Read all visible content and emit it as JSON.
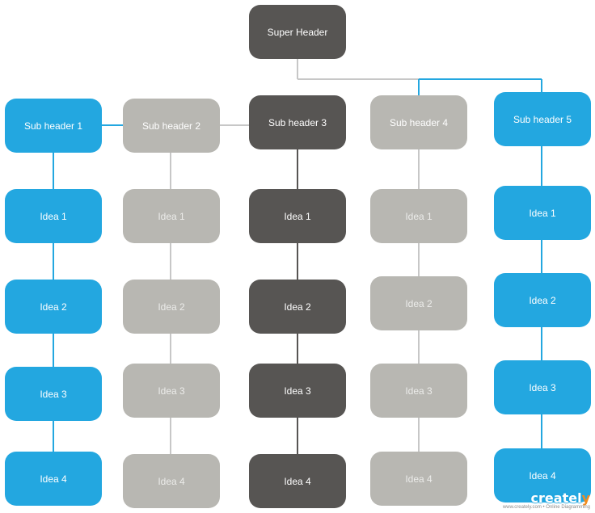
{
  "diagram": {
    "super_header": "Super Header",
    "columns": [
      {
        "header": "Sub header 1",
        "color": "#23a7e0",
        "ideas": [
          "Idea 1",
          "Idea 2",
          "Idea 3",
          "Idea 4"
        ]
      },
      {
        "header": "Sub header 2",
        "color": "#b8b7b2",
        "ideas": [
          "Idea 1",
          "Idea 2",
          "Idea 3",
          "Idea 4"
        ]
      },
      {
        "header": "Sub header 3",
        "color": "#575553",
        "ideas": [
          "Idea 1",
          "Idea 2",
          "Idea 3",
          "Idea 4"
        ]
      },
      {
        "header": "Sub header 4",
        "color": "#b8b7b2",
        "ideas": [
          "Idea 1",
          "Idea 2",
          "Idea 3",
          "Idea 4"
        ]
      },
      {
        "header": "Sub header 5",
        "color": "#23a7e0",
        "ideas": [
          "Idea 1",
          "Idea 2",
          "Idea 3",
          "Idea 4"
        ]
      }
    ],
    "colors": {
      "blue": "#23a7e0",
      "grey": "#b8b7b2",
      "dark": "#575553",
      "connector_grey": "#c7c7c7"
    }
  },
  "watermark": {
    "brand_main": "createl",
    "brand_accent": "y",
    "tagline": "www.creately.com • Online Diagramming"
  }
}
